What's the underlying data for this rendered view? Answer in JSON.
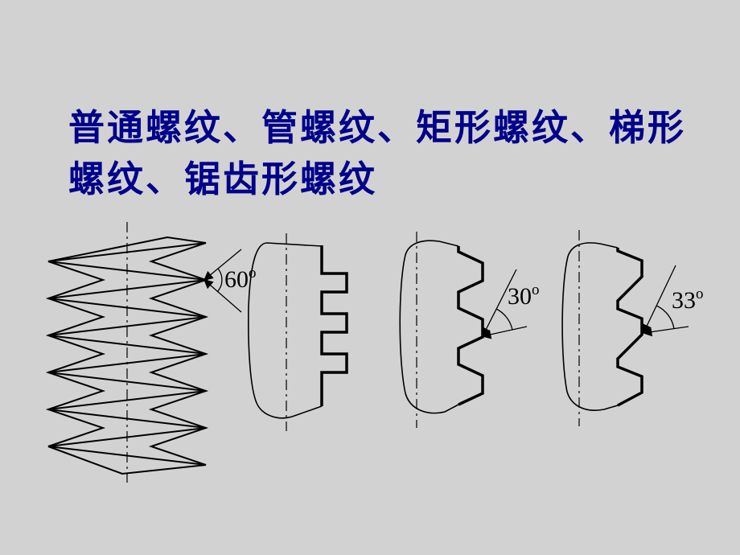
{
  "slide": {
    "background_color": "#d2d2d2",
    "title_color": "#00008b",
    "title_line1": "普通螺纹、管螺纹、矩形螺纹、梯形",
    "title_line2": "螺纹、锯齿形螺纹"
  },
  "angles": {
    "v_thread": {
      "value": "60",
      "sup": "o"
    },
    "trapezoid_thread": {
      "value": "30",
      "sup": "o"
    },
    "buttress_thread": {
      "value": "33",
      "sup": "o"
    }
  }
}
